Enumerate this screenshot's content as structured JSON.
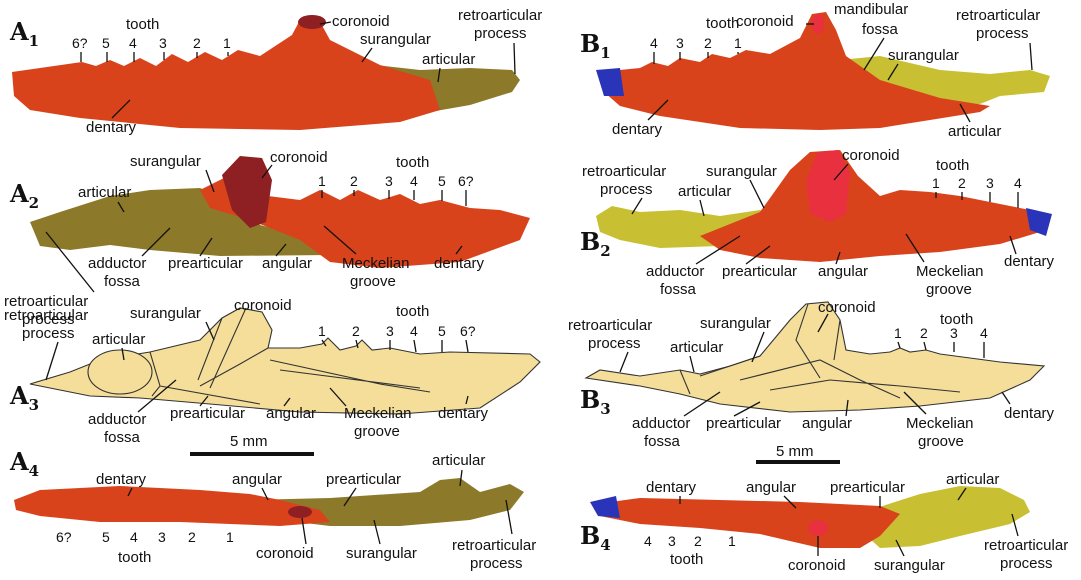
{
  "panels": {
    "A1": {
      "letter": "A",
      "sub": "1"
    },
    "A2": {
      "letter": "A",
      "sub": "2"
    },
    "A3": {
      "letter": "A",
      "sub": "3"
    },
    "A4": {
      "letter": "A",
      "sub": "4"
    },
    "B1": {
      "letter": "B",
      "sub": "1"
    },
    "B2": {
      "letter": "B",
      "sub": "2"
    },
    "B3": {
      "letter": "B",
      "sub": "3"
    },
    "B4": {
      "letter": "B",
      "sub": "4"
    }
  },
  "labels": {
    "tooth": "tooth",
    "coronoid": "coronoid",
    "surangular": "surangular",
    "articular": "articular",
    "retroarticular": "retroarticular",
    "process": "process",
    "dentary": "dentary",
    "adductor": "adductor",
    "fossa": "fossa",
    "prearticular": "prearticular",
    "angular": "angular",
    "meckelian": "Meckelian",
    "groove": "groove",
    "mandibular": "mandibular"
  },
  "tooth_numbers_a": [
    "6?",
    "5",
    "4",
    "3",
    "2",
    "1"
  ],
  "tooth_numbers_b": [
    "4",
    "3",
    "2",
    "1"
  ],
  "scale_bar": "5 mm",
  "colors": {
    "dentary": "#d9431c",
    "articular_olive": "#8c7a2a",
    "articular_yellow": "#c8c032",
    "coronoid_dark": "#8e1f22",
    "coronoid_red": "#e8303f",
    "tip_blue": "#2a34b8",
    "sketch_fill": "#f4de9a"
  }
}
